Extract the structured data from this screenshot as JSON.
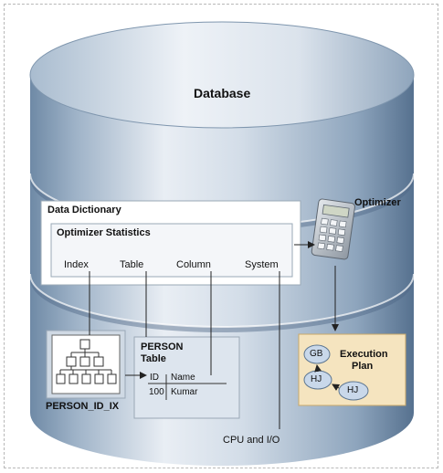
{
  "cylinder_title": "Database",
  "data_dictionary": {
    "title": "Data Dictionary",
    "stats_title": "Optimizer Statistics",
    "stat_types": [
      "Index",
      "Table",
      "Column",
      "System"
    ]
  },
  "optimizer": {
    "label": "Optimizer",
    "icon": "calculator-icon"
  },
  "index_box": {
    "label": "PERSON_ID_IX",
    "icon": "index-tree-icon"
  },
  "person_table": {
    "title_line1": "PERSON",
    "title_line2": "Table",
    "headers": [
      "ID",
      "Name"
    ],
    "row": [
      "100",
      "Kumar"
    ]
  },
  "execution_plan": {
    "label_line1": "Execution",
    "label_line2": "Plan",
    "nodes": [
      "GB",
      "HJ",
      "HJ"
    ]
  },
  "cpu_io_label": "CPU and I/O",
  "colors": {
    "cylinder_light": "#e8eef5",
    "cylinder_dark": "#5f7d9c",
    "plan_box": "#f5e4bf",
    "plan_border": "#c9a96a",
    "node_fill": "#c9d8ea"
  }
}
